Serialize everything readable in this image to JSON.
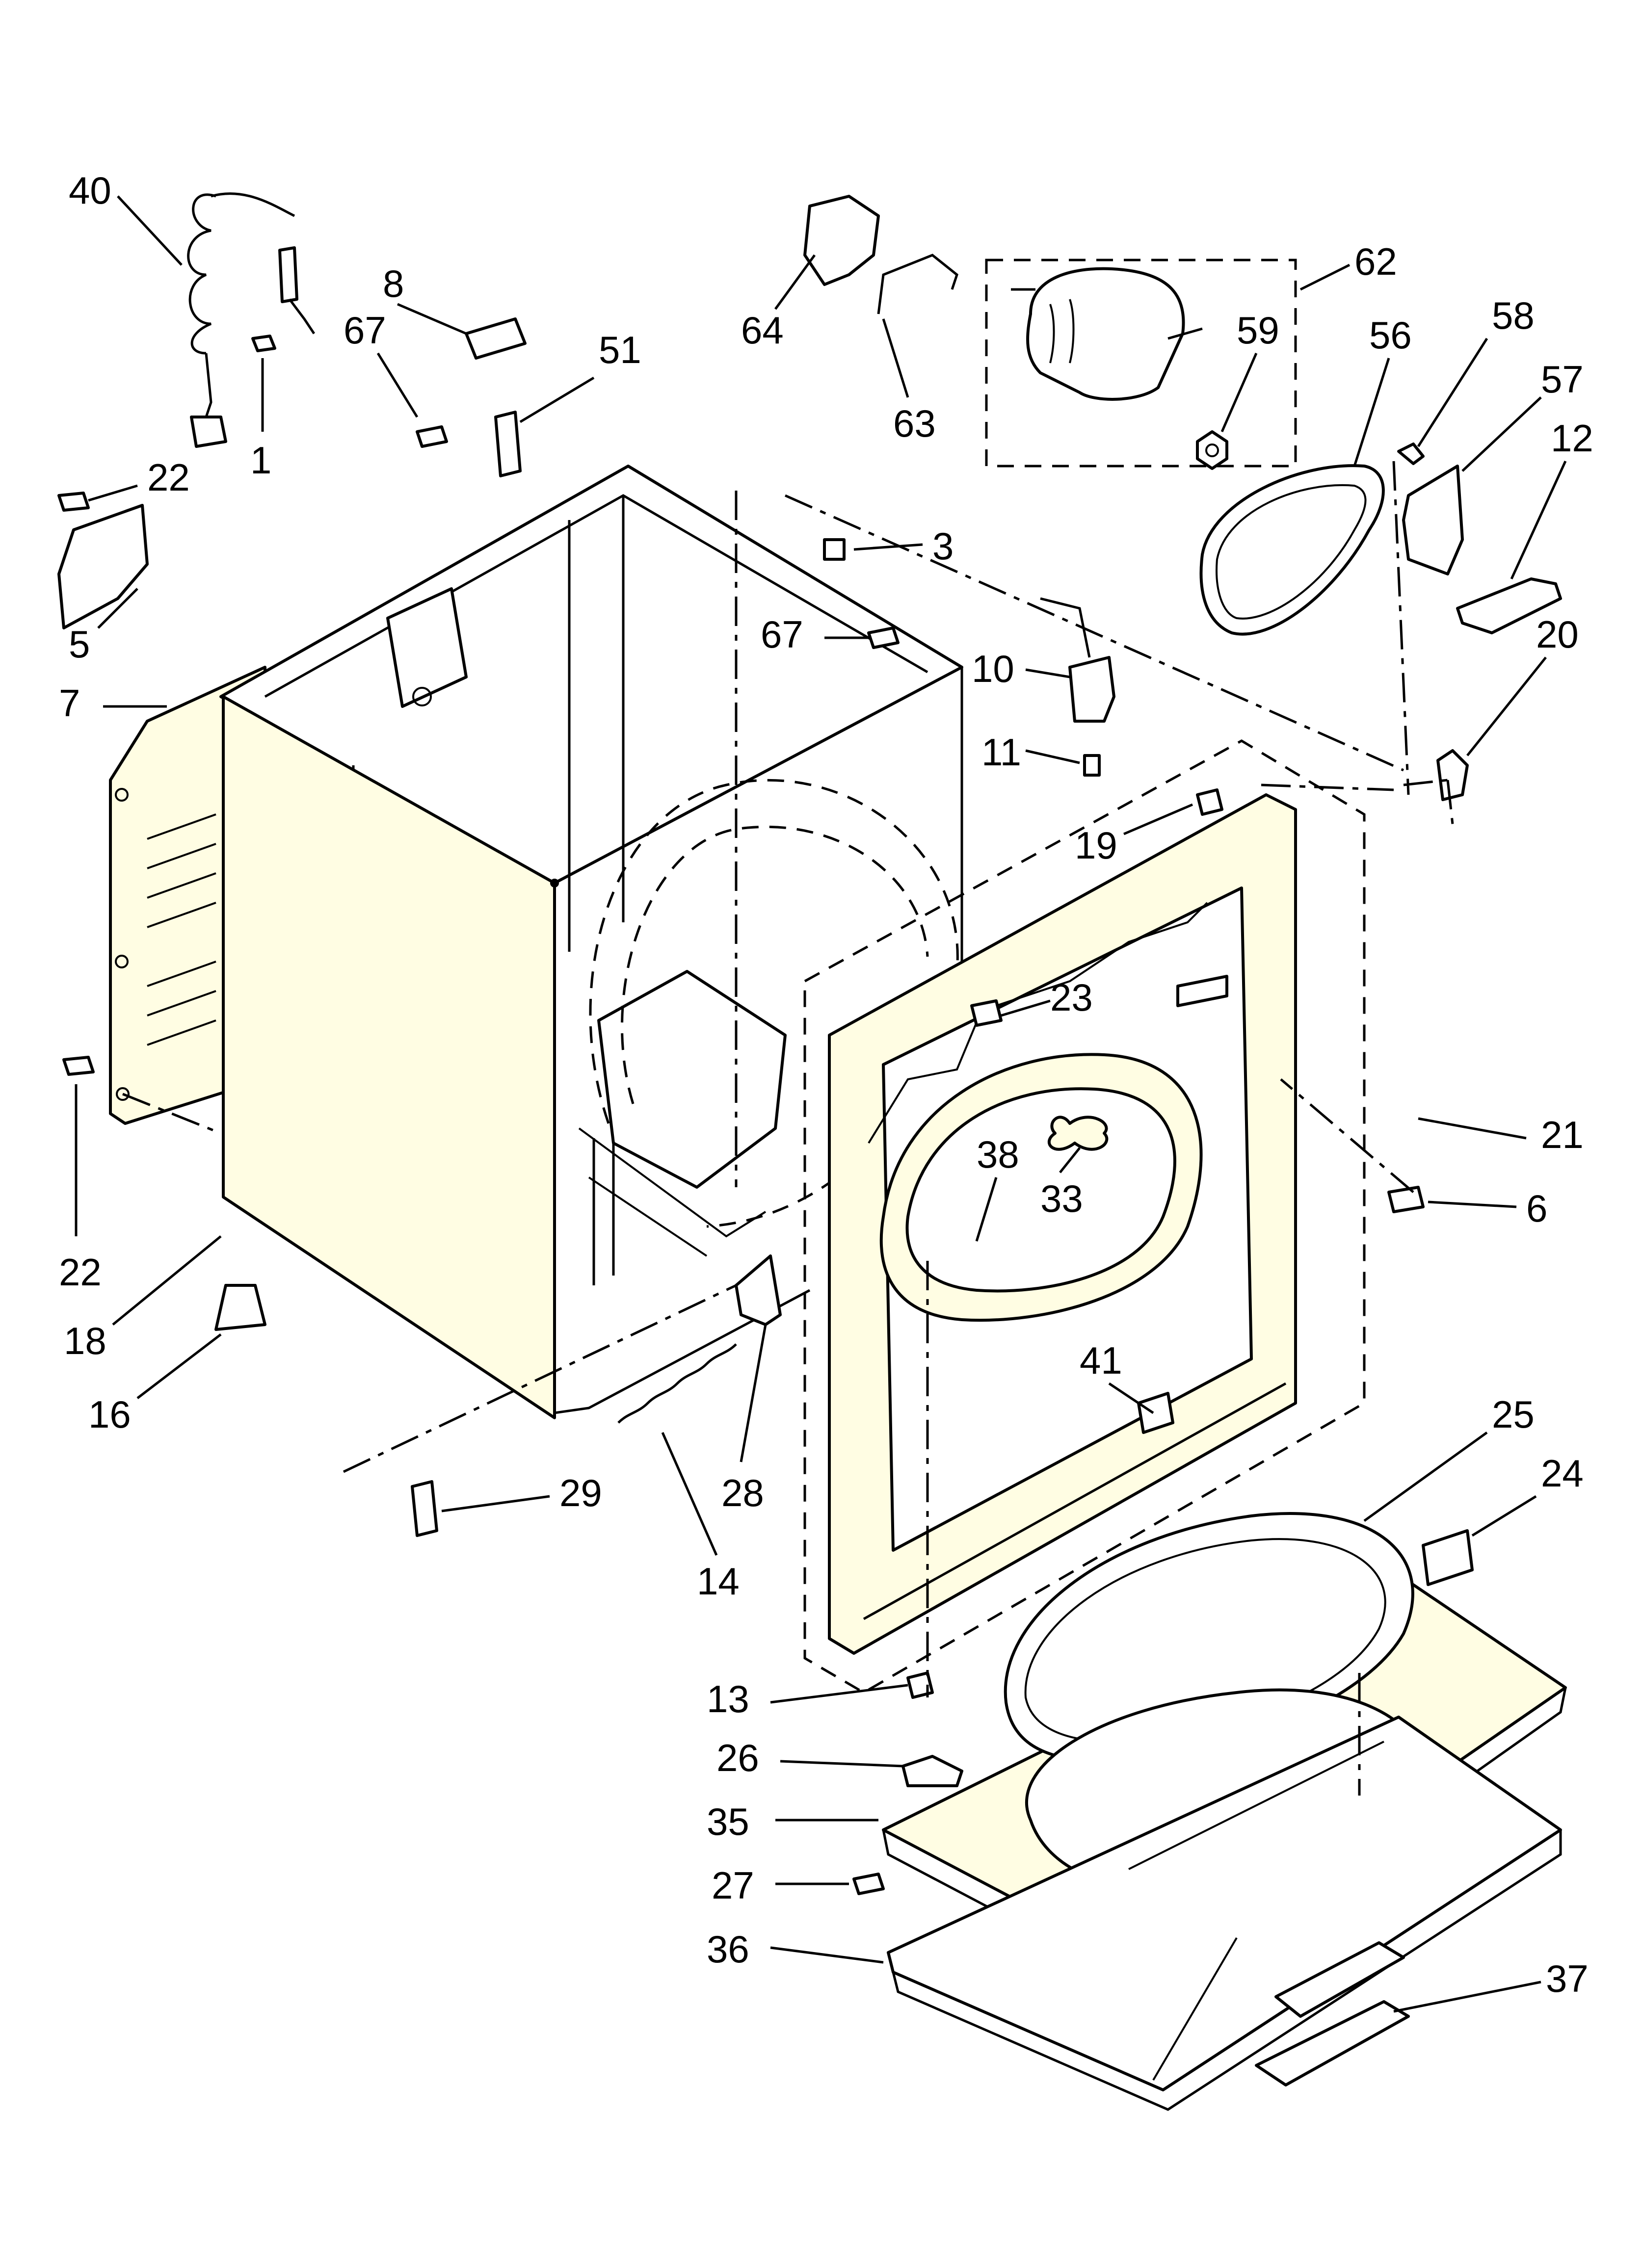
{
  "callouts": [
    {
      "id": "c40",
      "label": "40"
    },
    {
      "id": "c1",
      "label": "1"
    },
    {
      "id": "c8",
      "label": "8"
    },
    {
      "id": "c67a",
      "label": "67"
    },
    {
      "id": "c51",
      "label": "51"
    },
    {
      "id": "c22a",
      "label": "22"
    },
    {
      "id": "c5",
      "label": "5"
    },
    {
      "id": "c7",
      "label": "7"
    },
    {
      "id": "c22b",
      "label": "22"
    },
    {
      "id": "c18",
      "label": "18"
    },
    {
      "id": "c16",
      "label": "16"
    },
    {
      "id": "c64",
      "label": "64"
    },
    {
      "id": "c63",
      "label": "63"
    },
    {
      "id": "c62",
      "label": "62"
    },
    {
      "id": "c59",
      "label": "59"
    },
    {
      "id": "c56",
      "label": "56"
    },
    {
      "id": "c58",
      "label": "58"
    },
    {
      "id": "c57",
      "label": "57"
    },
    {
      "id": "c12",
      "label": "12"
    },
    {
      "id": "c3",
      "label": "3"
    },
    {
      "id": "c67b",
      "label": "67"
    },
    {
      "id": "c10",
      "label": "10"
    },
    {
      "id": "c11",
      "label": "11"
    },
    {
      "id": "c20",
      "label": "20"
    },
    {
      "id": "c19",
      "label": "19"
    },
    {
      "id": "c23",
      "label": "23"
    },
    {
      "id": "c33",
      "label": "33"
    },
    {
      "id": "c38",
      "label": "38"
    },
    {
      "id": "c21",
      "label": "21"
    },
    {
      "id": "c6",
      "label": "6"
    },
    {
      "id": "c41",
      "label": "41"
    },
    {
      "id": "c29",
      "label": "29"
    },
    {
      "id": "c28",
      "label": "28"
    },
    {
      "id": "c14",
      "label": "14"
    },
    {
      "id": "c25",
      "label": "25"
    },
    {
      "id": "c24",
      "label": "24"
    },
    {
      "id": "c13",
      "label": "13"
    },
    {
      "id": "c26",
      "label": "26"
    },
    {
      "id": "c35",
      "label": "35"
    },
    {
      "id": "c27",
      "label": "27"
    },
    {
      "id": "c36",
      "label": "36"
    },
    {
      "id": "c37",
      "label": "37"
    }
  ]
}
